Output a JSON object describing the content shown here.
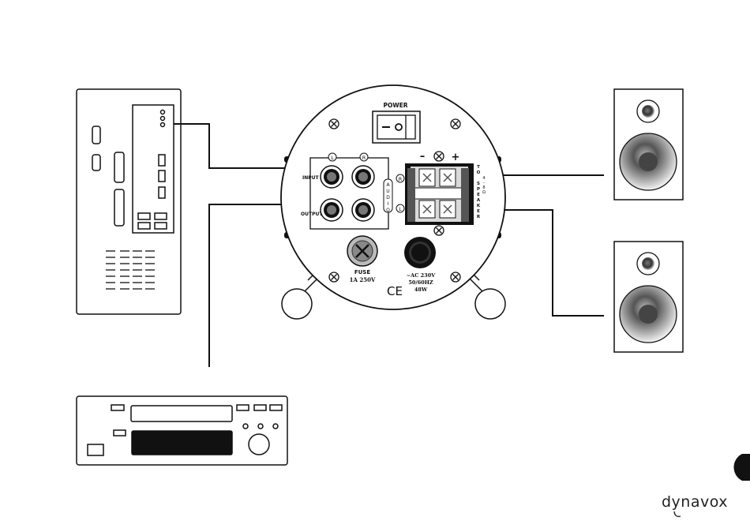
{
  "amp_panel": {
    "power_label": "POWER",
    "input_label": "INPUT",
    "output_label": "OUTPUT",
    "jack_left_letter": "L",
    "jack_right_letter": "R",
    "audio_vertical": [
      "A",
      "U",
      "D",
      "I",
      "O"
    ],
    "side_r": "R",
    "side_l": "L",
    "minus_sign": "–",
    "plus_sign": "+",
    "to_speaker_vertical": [
      "T",
      "O",
      " ",
      "S",
      "P",
      "E",
      "A",
      "K",
      "E",
      "R"
    ],
    "ohm_vertical": [
      "4",
      "-",
      "8",
      "Ω"
    ],
    "fuse_label": "FUSE",
    "fuse_rating": "1A 250V",
    "ac_line1": "~AC 230V",
    "ac_line2": "50/60HZ",
    "ac_line3": "48W",
    "ce_mark": "CE"
  },
  "brand": {
    "logo_text": "dynavox"
  }
}
